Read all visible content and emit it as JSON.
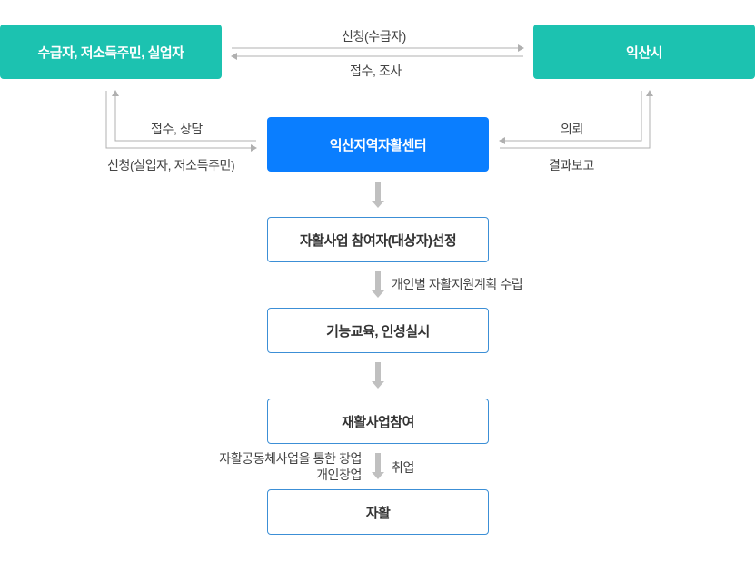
{
  "nodes": {
    "beneficiaries": "수급자, 저소득주민, 실업자",
    "city": "익산시",
    "center": "익산지역자활센터",
    "selection": "자활사업 참여자(대상자)선정",
    "training": "기능교육, 인성실시",
    "participation": "재활사업참여",
    "self_support": "자활"
  },
  "edges": {
    "apply_beneficiary": "신청(수급자)",
    "receive_survey": "접수, 조사",
    "receive_consult": "접수, 상담",
    "apply_unemployed": "신청(실업자, 저소득주민)",
    "request": "의뢰",
    "report": "결과보고",
    "individual_plan": "개인별 자활지원계획 수립",
    "startup_line1": "자활공동체사업을 통한 창업",
    "startup_line2": "개인창업",
    "employment": "취업"
  }
}
